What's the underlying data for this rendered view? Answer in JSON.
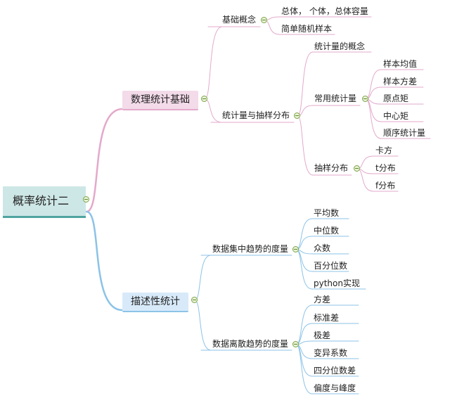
{
  "root": {
    "label": "概率统计二"
  },
  "branches": [
    {
      "label": "数理统计基础",
      "children": [
        {
          "label": "基础概念",
          "children": [
            "总体， 个体，总体容量",
            "简单随机样本"
          ]
        },
        {
          "label": "统计量与抽样分布",
          "children": [
            {
              "label": "统计量的概念"
            },
            {
              "label": "常用统计量",
              "children": [
                "样本均值",
                "样本方差",
                "原点矩",
                "中心矩",
                "顺序统计量"
              ]
            },
            {
              "label": "抽样分布",
              "children": [
                "卡方",
                "t分布",
                "f分布"
              ]
            }
          ]
        }
      ]
    },
    {
      "label": "描述性统计",
      "children": [
        {
          "label": "数据集中趋势的度量",
          "children": [
            "平均数",
            "中位数",
            "众数",
            "百分位数",
            "python实现"
          ]
        },
        {
          "label": "数据离散趋势的度量",
          "children": [
            "方差",
            "标准差",
            "极差",
            "变异系数",
            "四分位数差",
            "偏度与峰度"
          ]
        }
      ]
    }
  ],
  "colors": {
    "pink_line": "#e3a9cb",
    "blue_line": "#8cc3e7",
    "root_bg": "#cde7e6",
    "root_underline": "#4fa59f",
    "toggle": "#7da34a"
  }
}
